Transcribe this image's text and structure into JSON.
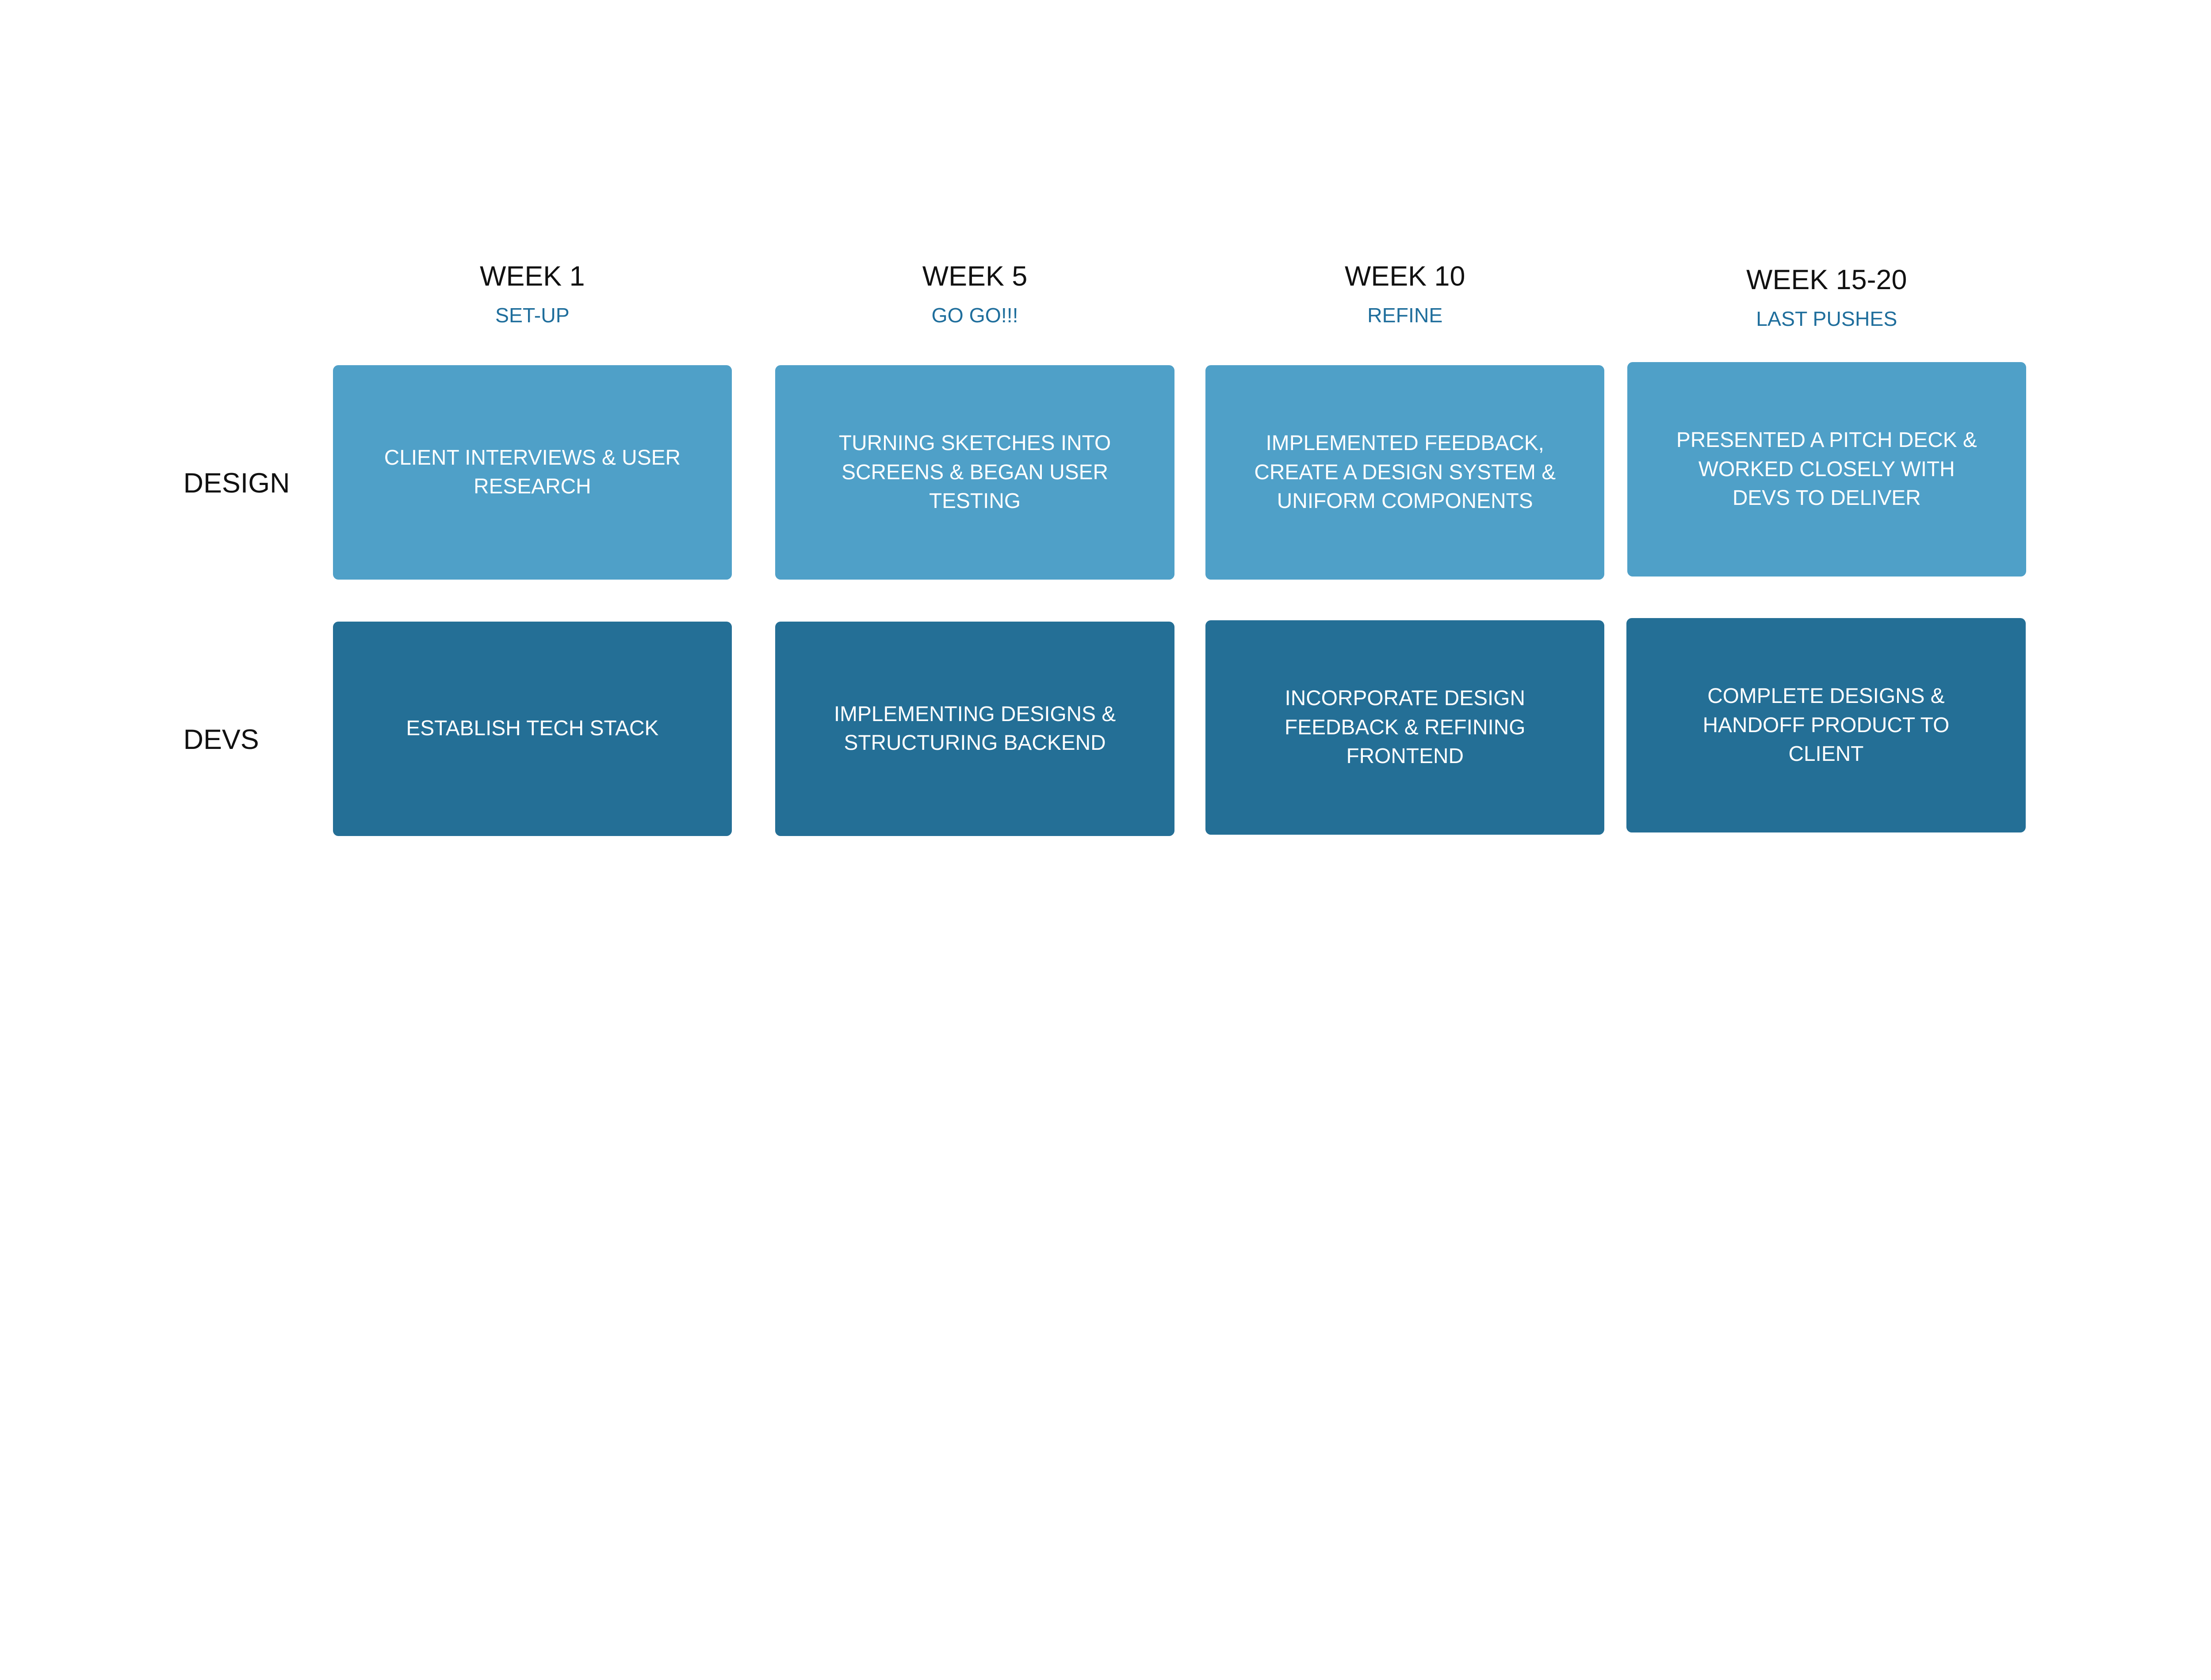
{
  "colors": {
    "design": "#4fa0c8",
    "devs": "#246f96",
    "subtitle": "#1f6e9c"
  },
  "weeks": [
    {
      "title": "WEEK 1",
      "subtitle": "SET-UP"
    },
    {
      "title": "WEEK 5",
      "subtitle": "GO GO!!!"
    },
    {
      "title": "WEEK 10",
      "subtitle": "REFINE"
    },
    {
      "title": "WEEK 15-20",
      "subtitle": "LAST PUSHES"
    }
  ],
  "rows": [
    {
      "label": "DESIGN",
      "cards": [
        "CLIENT INTERVIEWS & USER RESEARCH",
        "TURNING SKETCHES INTO SCREENS & BEGAN USER TESTING",
        "IMPLEMENTED FEEDBACK, CREATE A DESIGN SYSTEM & UNIFORM COMPONENTS",
        "PRESENTED A PITCH DECK & WORKED CLOSELY WITH DEVS TO DELIVER"
      ]
    },
    {
      "label": "DEVS",
      "cards": [
        "ESTABLISH TECH STACK",
        "IMPLEMENTING DESIGNS & STRUCTURING BACKEND",
        "INCORPORATE DESIGN FEEDBACK & REFINING FRONTEND",
        "COMPLETE DESIGNS & HANDOFF PRODUCT TO CLIENT"
      ]
    }
  ]
}
